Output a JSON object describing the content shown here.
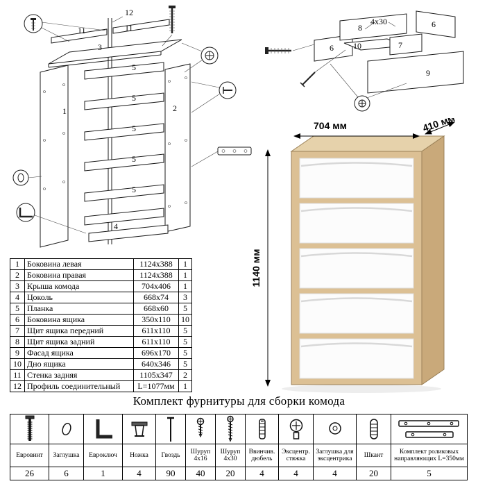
{
  "colors": {
    "wood_front": "#dcc094",
    "wood_top": "#e6d2ab",
    "wood_side": "#c9a97a",
    "drawer": "#fcfcfc",
    "line": "#1a1a1a"
  },
  "cabinet_diagram": {
    "labels": {
      "l12": "12",
      "l11a": "11",
      "l11b": "11",
      "l3": "3",
      "l1": "1",
      "l2": "2",
      "l5a": "5",
      "l5b": "5",
      "l5c": "5",
      "l5d": "5",
      "l5e": "5",
      "l4": "4"
    }
  },
  "drawer_diagram": {
    "labels": {
      "screw_size": "4х30",
      "l8": "8",
      "l6a": "6",
      "l6b": "6",
      "l10": "10",
      "l7": "7",
      "l9": "9"
    }
  },
  "product": {
    "width": "704 мм",
    "depth": "410 мм",
    "height": "1140 мм"
  },
  "parts_table": {
    "rows": [
      {
        "num": "1",
        "name": "Боковина левая",
        "size": "1124х388",
        "qty": "1"
      },
      {
        "num": "2",
        "name": "Боковина правая",
        "size": "1124х388",
        "qty": "1"
      },
      {
        "num": "3",
        "name": "Крыша комода",
        "size": "704х406",
        "qty": "1"
      },
      {
        "num": "4",
        "name": "Цоколь",
        "size": "668х74",
        "qty": "3"
      },
      {
        "num": "5",
        "name": "Планка",
        "size": "668х60",
        "qty": "5"
      },
      {
        "num": "6",
        "name": "Боковина ящика",
        "size": "350х110",
        "qty": "10"
      },
      {
        "num": "7",
        "name": "Щит ящика передний",
        "size": "611х110",
        "qty": "5"
      },
      {
        "num": "8",
        "name": "Щит ящика задний",
        "size": "611х110",
        "qty": "5"
      },
      {
        "num": "9",
        "name": "Фасад ящика",
        "size": "696х170",
        "qty": "5"
      },
      {
        "num": "10",
        "name": "Дно ящика",
        "size": "640х346",
        "qty": "5"
      },
      {
        "num": "11",
        "name": "Стенка задняя",
        "size": "1105х347",
        "qty": "2"
      },
      {
        "num": "12",
        "name": "Профиль соединительный",
        "size": "L=1077мм",
        "qty": "1"
      }
    ]
  },
  "hardware": {
    "title": "Комплект фурнитуры для сборки комода",
    "items": [
      {
        "icon": "eurovint-icon",
        "name": "Евровинт",
        "qty": "26"
      },
      {
        "icon": "cap-icon",
        "name": "Заглушка",
        "qty": "6"
      },
      {
        "icon": "hexkey-icon",
        "name": "Евроключ",
        "qty": "1"
      },
      {
        "icon": "leg-icon",
        "name": "Ножка",
        "qty": "4"
      },
      {
        "icon": "nail-icon",
        "name": "Гвоздь",
        "qty": "90"
      },
      {
        "icon": "screw-short-icon",
        "name": "Шуруп 4х16",
        "qty": "40"
      },
      {
        "icon": "screw-long-icon",
        "name": "Шуруп 4х30",
        "qty": "20"
      },
      {
        "icon": "dowel-icon",
        "name": "Ввинчив. дюбель",
        "qty": "4"
      },
      {
        "icon": "cam-lock-icon",
        "name": "Эксцентр. стяжка",
        "qty": "4"
      },
      {
        "icon": "cam-cap-icon",
        "name": "Заглушка для эксцентрика",
        "qty": "4"
      },
      {
        "icon": "shkant-icon",
        "name": "Шкант",
        "qty": "20"
      },
      {
        "icon": "drawer-slide-icon",
        "name": "Комплект роликовых направляющих L=350мм",
        "qty": "5"
      }
    ]
  }
}
